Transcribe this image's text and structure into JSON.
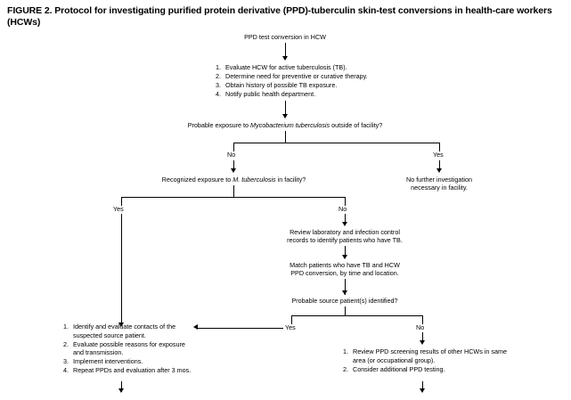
{
  "figure": {
    "title": "FIGURE 2. Protocol for investigating purified protein derivative (PPD)-tuberculin skin-test conversions in health-care workers (HCWs)"
  },
  "flowchart": {
    "start": {
      "label": "PPD test conversion in HCW"
    },
    "actions_initial": {
      "items": [
        {
          "num": "1.",
          "text": "Evaluate HCW for active tuberculosis (TB)."
        },
        {
          "num": "2.",
          "text": "Determine need for preventive or curative therapy."
        },
        {
          "num": "3.",
          "text": "Obtain history of possible TB exposure."
        },
        {
          "num": "4.",
          "text": "Notify public health department."
        }
      ]
    },
    "decision_outside": {
      "prefix": "Probable exposure to ",
      "italic": "Mycobacterium tuberculosis",
      "suffix": " outside of facility?",
      "branch_no": "No",
      "branch_yes": "Yes"
    },
    "no_further": {
      "line1": "No further investigation",
      "line2": "necessary in facility."
    },
    "decision_facility": {
      "prefix": "Recognized exposure to ",
      "italic": "M. tuberculosis",
      "suffix": " in facility?",
      "branch_yes": "Yes",
      "branch_no": "No"
    },
    "review_records": {
      "line1": "Review laboratory and infection control",
      "line2": "records to identify patients who have TB."
    },
    "match_patients": {
      "line1": "Match patients who have TB and HCW",
      "line2": "PPD conversion, by time and location."
    },
    "decision_source": {
      "label": "Probable source patient(s) identified?",
      "branch_yes": "Yes",
      "branch_no": "No"
    },
    "actions_contacts": {
      "items": [
        {
          "num": "1.",
          "text": "Identify and evaluate contacts of the suspected source patient."
        },
        {
          "num": "2.",
          "text": "Evaluate possible reasons for exposure and transmission."
        },
        {
          "num": "3.",
          "text": "Implement interventions."
        },
        {
          "num": "4.",
          "text": "Repeat PPDs and evaluation after 3 mos."
        }
      ]
    },
    "actions_screening": {
      "items": [
        {
          "num": "1.",
          "text": "Review PPD screening results of other HCWs in same area (or occupational group)."
        },
        {
          "num": "2.",
          "text": "Consider additional PPD testing."
        }
      ]
    }
  },
  "colors": {
    "ink": "#000000",
    "page": "#ffffff"
  }
}
